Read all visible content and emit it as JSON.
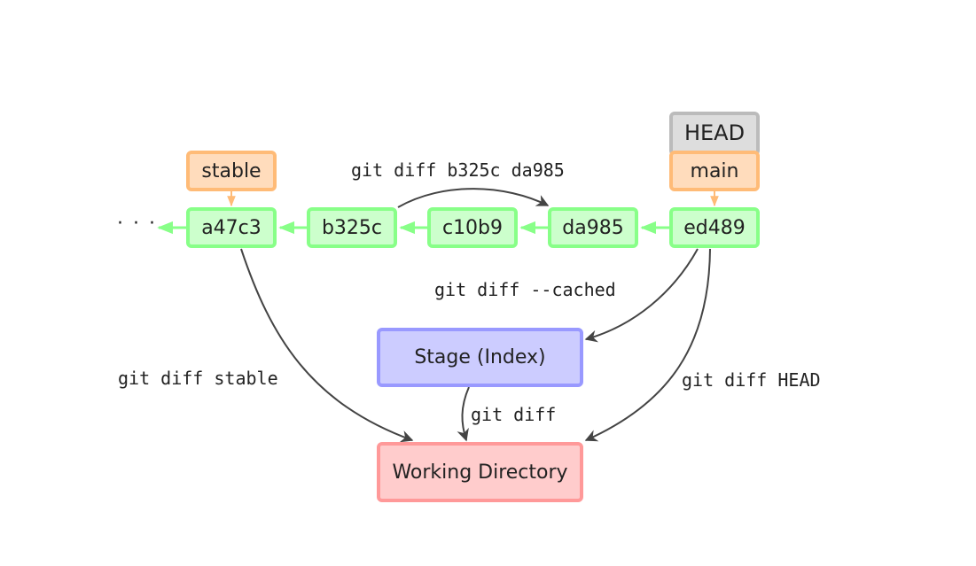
{
  "commits": [
    {
      "id": "a47c3"
    },
    {
      "id": "b325c"
    },
    {
      "id": "c10b9"
    },
    {
      "id": "da985"
    },
    {
      "id": "ed489"
    }
  ],
  "ellipsis": "· · ·",
  "refs": {
    "head": "HEAD",
    "main": "main",
    "stable": "stable"
  },
  "areas": {
    "stage": "Stage (Index)",
    "working_directory": "Working Directory"
  },
  "commands": {
    "diff_commits": "git diff b325c da985",
    "diff_cached": "git diff --cached",
    "diff_stable": "git diff stable",
    "diff": "git diff",
    "diff_head": "git diff HEAD"
  },
  "colors": {
    "commit_fill": "#ccffcc",
    "commit_border": "#88ff88",
    "ref_fill": "#ffdcbc",
    "ref_border": "#ffbb77",
    "head_fill": "#dddddd",
    "head_border": "#bbbbbb",
    "stage_fill": "#ccccff",
    "stage_border": "#9999ff",
    "workdir_fill": "#ffcccc",
    "workdir_border": "#ff9999",
    "arrow_dark": "#444444",
    "arrow_green": "#88ff88",
    "arrow_orange": "#ffbb77"
  }
}
